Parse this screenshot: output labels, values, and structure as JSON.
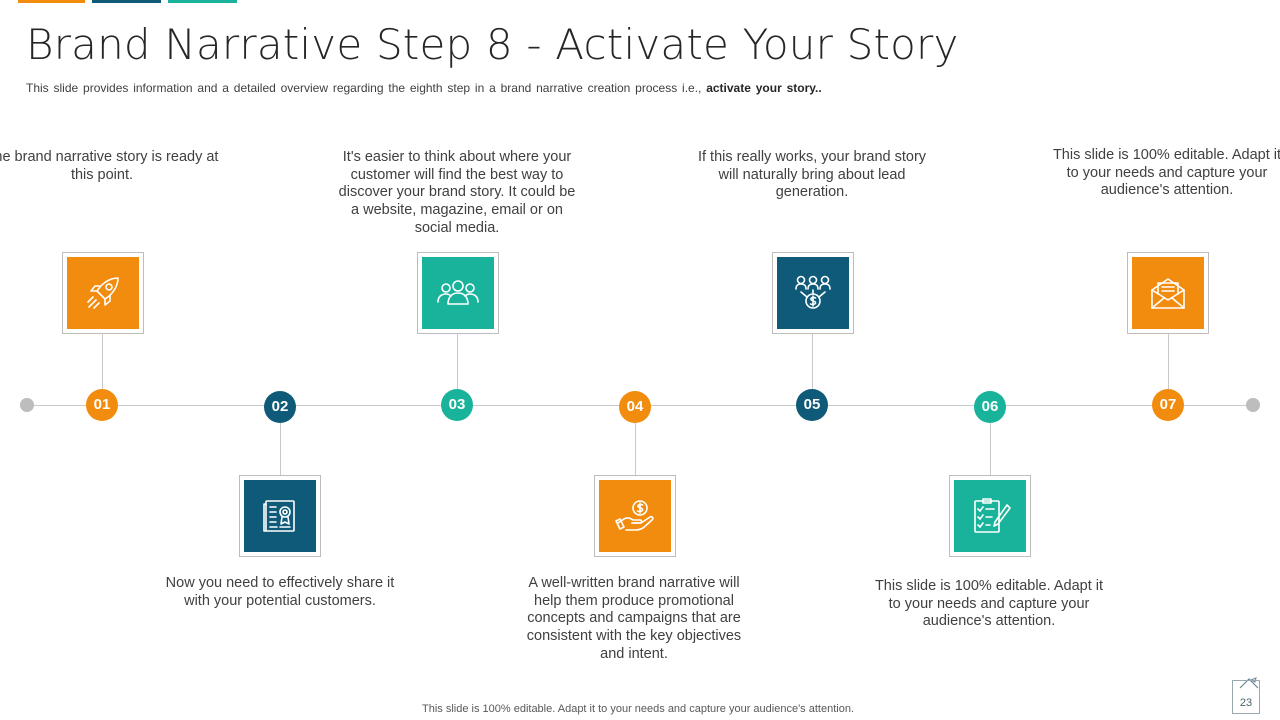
{
  "slide": {
    "title": "Brand Narrative Step 8 - Activate Your Story",
    "subtitle_prefix": "This slide provides  information  and a detailed overview   regarding  the eighth  step in a brand narrative  creation process  i.e., ",
    "subtitle_bold": "activate your story.",
    "subtitle_suffix": ".",
    "footer": "This slide is 100% editable. Adapt it to your needs and capture your audience's attention.",
    "page_number": "23"
  },
  "colors": {
    "orange": "#f28c0f",
    "navy": "#0e5a78",
    "teal": "#19b39b"
  },
  "steps": [
    {
      "number": "01",
      "text": "The brand narrative story is ready at this point.",
      "icon": "rocket-icon",
      "color": "#f28c0f"
    },
    {
      "number": "02",
      "text": "Now you need to effectively share it with your potential customers.",
      "icon": "document-award-icon",
      "color": "#0e5a78"
    },
    {
      "number": "03",
      "text": "It's easier to think about where your customer will find the best way to discover your brand story. It could be a website, magazine, email or on social media.",
      "icon": "people-group-icon",
      "color": "#19b39b"
    },
    {
      "number": "04",
      "text": "A well-written brand narrative will help them produce promotional concepts and campaigns that are consistent with the key objectives and intent.",
      "icon": "hand-coin-icon",
      "color": "#f28c0f"
    },
    {
      "number": "05",
      "text": "If this really works, your brand story will naturally bring about lead generation.",
      "icon": "network-dollar-icon",
      "color": "#0e5a78"
    },
    {
      "number": "06",
      "text": "This slide is 100% editable. Adapt it to your needs and capture your audience's attention.",
      "icon": "checklist-pen-icon",
      "color": "#19b39b"
    },
    {
      "number": "07",
      "text": "This slide is 100% editable. Adapt it to your needs and capture your audience's attention.",
      "icon": "envelope-letter-icon",
      "color": "#f28c0f"
    }
  ]
}
